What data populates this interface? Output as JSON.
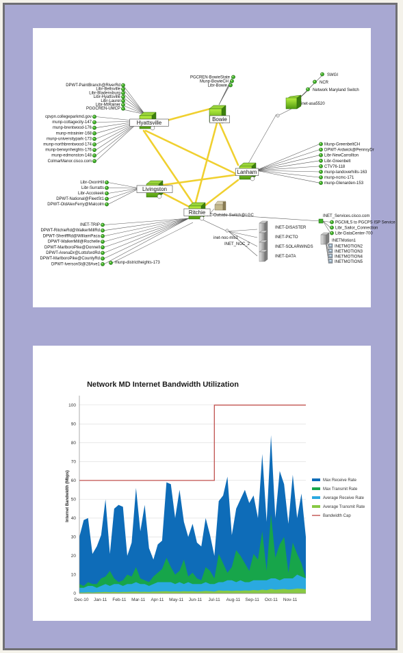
{
  "network": {
    "hubs": {
      "hyattsville": "Hyattsville",
      "bowie": "Bowie",
      "lanham": "Lanham",
      "livingston": "Livingston",
      "ritchie": "Ritchie"
    },
    "hyattsville_top": [
      "DPWT-PaintBranch@RiverRd",
      "Libr-Beltsville",
      "Libr-Bladensburg",
      "Libr-Hyattsville",
      "Libr-Laurel",
      "Libr-MtRainer",
      "PGGCREN-UMCP"
    ],
    "hyattsville_left": [
      "cpvpn.collegeparkmd.gov",
      "munp-cottagecity-147",
      "munp-brentwood-176",
      "munp-mtrainier-168",
      "munp-universitypark-173",
      "munp-northbrentwood-174",
      "munp-berwynheights-176",
      "munp-edmonston-148",
      "ColmarManor.cisco.com"
    ],
    "bowie_nodes": [
      "PGCREN-BowieState",
      "Munp-BowieCH",
      "Libr-Bowie"
    ],
    "top_right": [
      "SWGI",
      "NCR",
      "Network Maryland Switch"
    ],
    "asa": "inet-asa5520",
    "lanham_nodes": [
      "Munp-GreenbeltCH",
      "DPWT-Ardwick@PennsyDr",
      "Libr-NewCarrollton",
      "Libr-Greenbelt",
      "CTV76-118",
      "munp-landoverhills-163",
      "munp-ncmc-171",
      "munp-Glenarden-153"
    ],
    "livingston_nodes": [
      "Libr-OxonHill",
      "Libr-Surratts",
      "Libr-Accokeek",
      "DPWT-National@FleetSt1",
      "DPWT-OldAlexFerry@Malcolm"
    ],
    "ritchie_nodes": [
      "INET-TRIP",
      "DPWT-RitchieRd@WalkerMillRd",
      "DPWT-SheriffRd@WilliamPaca",
      "DPWT-WalkerMill@Rochelle",
      "DPWT-MarlboroPike@Donnell",
      "DPWT-ArenaDr@LottsfordRd",
      "DPWT-MarlboroPike@CountyRd",
      "DPWT-IversonSt@28Ave1"
    ],
    "ritchie_extra": "munp-districtheights-173",
    "pgc_switch": "PGC-Outside-Switch@LGC",
    "inet_services": "INET_Services.cisco.com",
    "inet_services_nodes": [
      "PGCMLS to PGCPS ISP Service",
      "Libr_Sailor_Connection",
      "Libr-DataCenter-700"
    ],
    "inetmotion1": "INETMotion1",
    "inetmotion_nodes": [
      "INETMOTION2",
      "INETMOTION3",
      "INETMOTION4",
      "INETMOTION5"
    ],
    "noc_mls": "inet-noc-mls1",
    "noc2": "INET_NOC_2",
    "servers": [
      "INET-DISASTER",
      "INET-PICTO",
      "INET-SOLARWINDS",
      "INET-DATA"
    ]
  },
  "chart_data": {
    "type": "area",
    "title": "Network MD Internet Bandwidth Utilization",
    "ylabel": "Internet Bandwidth (Mbps)",
    "xlabel": "",
    "ylim": [
      0,
      105
    ],
    "yticks": [
      0,
      10,
      20,
      30,
      40,
      50,
      60,
      70,
      80,
      90,
      100
    ],
    "x_ticks": [
      "Dec-10",
      "Jan-11",
      "Feb-11",
      "Mar-11",
      "Apr-11",
      "May-11",
      "Jun-11",
      "Jul-11",
      "Aug-11",
      "Sep-11",
      "Oct-11",
      "Nov-11"
    ],
    "legend_position": "right",
    "colors": {
      "max_receive": "#0e6cb8",
      "max_transmit": "#17a54a",
      "avg_receive": "#2aa9e0",
      "avg_transmit": "#88c944",
      "cap": "#c0504d"
    },
    "series": [
      {
        "name": "Max Receive Rate",
        "values": [
          30,
          39,
          40,
          21,
          25,
          31,
          50,
          21,
          45,
          47,
          46,
          20,
          27,
          56,
          33,
          47,
          24,
          18,
          26,
          28,
          59,
          58,
          40,
          55,
          38,
          30,
          37,
          27,
          25,
          40,
          31,
          20,
          49,
          52,
          62,
          31,
          45,
          50,
          55,
          48,
          52,
          40,
          74,
          38,
          84,
          40,
          65,
          58,
          37,
          63,
          40,
          53,
          30
        ]
      },
      {
        "name": "Max Transmit Rate",
        "values": [
          5,
          4,
          6,
          5,
          5,
          8,
          9,
          12,
          8,
          6,
          7,
          10,
          9,
          14,
          8,
          7,
          6,
          9,
          11,
          13,
          19,
          14,
          10,
          12,
          18,
          9,
          11,
          8,
          7,
          14,
          12,
          8,
          21,
          16,
          11,
          14,
          23,
          20,
          16,
          12,
          21,
          18,
          33,
          12,
          42,
          19,
          26,
          30,
          11,
          27,
          21,
          16,
          8
        ]
      },
      {
        "name": "Average Receive Rate",
        "values": [
          3,
          3,
          4,
          4,
          3,
          4,
          5,
          4,
          5,
          5,
          4,
          5,
          5,
          6,
          5,
          5,
          4,
          5,
          6,
          6,
          6,
          6,
          5,
          6,
          5,
          6,
          5,
          5,
          5,
          6,
          5,
          5,
          6,
          6,
          7,
          7,
          6,
          7,
          6,
          6,
          7,
          7,
          7,
          7,
          8,
          8,
          7,
          8,
          8,
          8,
          10,
          9,
          8
        ]
      },
      {
        "name": "Average Transmit Rate",
        "values": [
          0.5,
          0.5,
          0.6,
          0.5,
          0.6,
          0.7,
          0.8,
          0.7,
          0.8,
          0.7,
          0.8,
          0.8,
          0.9,
          1,
          0.8,
          0.9,
          0.8,
          1,
          1,
          1.1,
          1.2,
          1,
          1.1,
          1,
          1.2,
          1.1,
          1.2,
          1,
          1.1,
          1.3,
          1.2,
          1,
          1.6,
          1.4,
          1.5,
          1.3,
          1.5,
          1.4,
          1.6,
          1.5,
          1.8,
          1.6,
          2,
          1.7,
          2.4,
          2,
          2.2,
          2.4,
          2.1,
          2.3,
          2.6,
          2.5,
          2.2
        ]
      },
      {
        "name": "Bandwidth Cap",
        "step_points": [
          [
            0,
            60
          ],
          [
            31,
            60
          ],
          [
            31,
            100
          ],
          [
            52,
            100
          ]
        ]
      }
    ]
  }
}
